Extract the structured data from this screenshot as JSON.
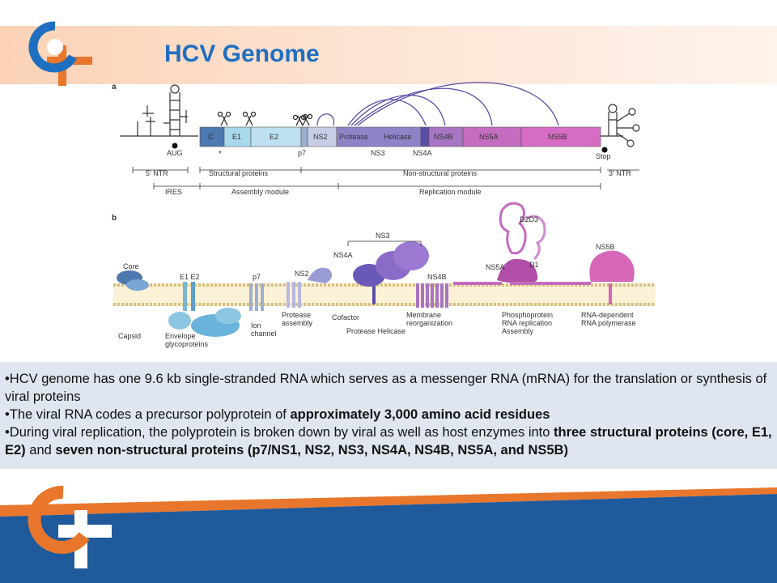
{
  "slide": {
    "title": "HCV Genome",
    "colors": {
      "title": "#1f6fc0",
      "orange": "#e8762c",
      "blue": "#1f5a9c",
      "text_box": "#dfe6ef"
    }
  },
  "figure": {
    "panel_a": {
      "label": "a",
      "segments": [
        "C",
        "E1",
        "E2",
        "p7",
        "NS2",
        "Protease",
        "Helicase",
        "NS4B",
        "NS5A",
        "NS5B"
      ],
      "below_labels": {
        "aug": "AUG",
        "p7": "p7",
        "ns3": "NS3",
        "ns4a": "NS4A",
        "stop": "Stop",
        "star": "*"
      },
      "regions": [
        "5' NTR",
        "Structural proteins",
        "Non-structural proteins",
        "3' NTR"
      ],
      "modules": [
        "IRES",
        "Assembly module",
        "Replication module"
      ]
    },
    "panel_b": {
      "label": "b",
      "top_labels": {
        "core": "Core",
        "e1e2": "E1 E2",
        "p7": "p7",
        "ns2": "NS2",
        "ns3": "NS3",
        "ns4a": "NS4A",
        "ns4b": "NS4B",
        "ns5a": "NS5A",
        "d1": "D1",
        "d2d3": "D2D3",
        "ns5b": "NS5B"
      },
      "bottom_labels": {
        "capsid": "Capsid",
        "envelope_1": "Envelope",
        "envelope_2": "glycoproteins",
        "ion_1": "Ion",
        "ion_2": "channel",
        "protease_asm_1": "Protease",
        "protease_asm_2": "assembly",
        "cofactor": "Cofactor",
        "protease_helicase": "Protease Helicase",
        "membrane_1": "Membrane",
        "membrane_2": "reorganization",
        "phospho_1": "Phosphoprotein",
        "phospho_2": "RNA replication",
        "phospho_3": "Assembly",
        "rdrp_1": "RNA-dependent",
        "rdrp_2": "RNA polymerase"
      }
    }
  },
  "bullets": {
    "b1": "•HCV genome has one 9.6 kb single-stranded RNA which serves as a messenger RNA (mRNA) for the translation or synthesis of viral proteins",
    "b2_pre": "•The viral RNA codes a precursor polyprotein of ",
    "b2_bold": "approximately 3,000 amino acid residues",
    "b3_pre": "•During viral replication, the polyprotein is broken down by viral as well as host enzymes into ",
    "b3_bold1": "three structural proteins (core, E1, E2)",
    "b3_mid": " and ",
    "b3_bold2": "seven non-structural proteins (p7/NS1, NS2, NS3, NS4A, NS4B, NS5A, and NS5B)"
  }
}
